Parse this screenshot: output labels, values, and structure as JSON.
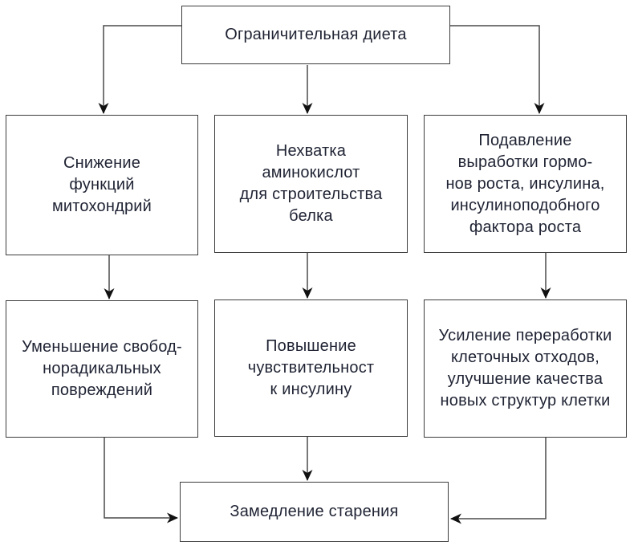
{
  "diagram": {
    "title": "Ограничительная диета",
    "boxes": {
      "top": {
        "label": "Ограничительная диета"
      },
      "row1_left": {
        "label": "Снижение\nфункций\nмитохондрий"
      },
      "row1_center": {
        "label": "Нехватка\nаминокислот\nдля строительства\nбелка"
      },
      "row1_right": {
        "label": "Подавление\nвыработки гормо-\nнов роста, инсулина,\nинсулиноподобного\nфактора роста"
      },
      "row2_left": {
        "label": "Уменьшение свобод-\nнорадикальных\nповреждений"
      },
      "row2_center": {
        "label": "Повышение\nчувствительност\nк инсулину"
      },
      "row2_right": {
        "label": "Усиление переработки\nклеточных отходов,\nулучшение качества\nновых структур клетки"
      },
      "bottom": {
        "label": "Замедление старения"
      }
    },
    "edges": [
      {
        "from": "Ограничительная диета",
        "to": "Снижение функций митохондрий"
      },
      {
        "from": "Ограничительная диета",
        "to": "Нехватка аминокислот для строительства белка"
      },
      {
        "from": "Ограничительная диета",
        "to": "Подавление выработки гормонов роста, инсулина, инсулиноподобного фактора роста"
      },
      {
        "from": "Снижение функций митохондрий",
        "to": "Уменьшение свободнорадикальных повреждений"
      },
      {
        "from": "Нехватка аминокислот для строительства белка",
        "to": "Повышение чувствительност к инсулину"
      },
      {
        "from": "Подавление выработки гормонов роста, инсулина, инсулиноподобного фактора роста",
        "to": "Усиление переработки клеточных отходов, улучшение качества новых структур клетки"
      },
      {
        "from": "Уменьшение свободнорадикальных повреждений",
        "to": "Замедление старения"
      },
      {
        "from": "Повышение чувствительност к инсулину",
        "to": "Замедление старения"
      },
      {
        "from": "Усиление переработки клеточных отходов, улучшение качества новых структур клетки",
        "to": "Замедление старения"
      }
    ],
    "colors": {
      "background": "#ffffff",
      "box_fill": "#ffffff",
      "box_border": "#3c3c3c",
      "line": "#4a4a4a",
      "arrowhead": "#111111",
      "text": "#1f2333"
    }
  }
}
